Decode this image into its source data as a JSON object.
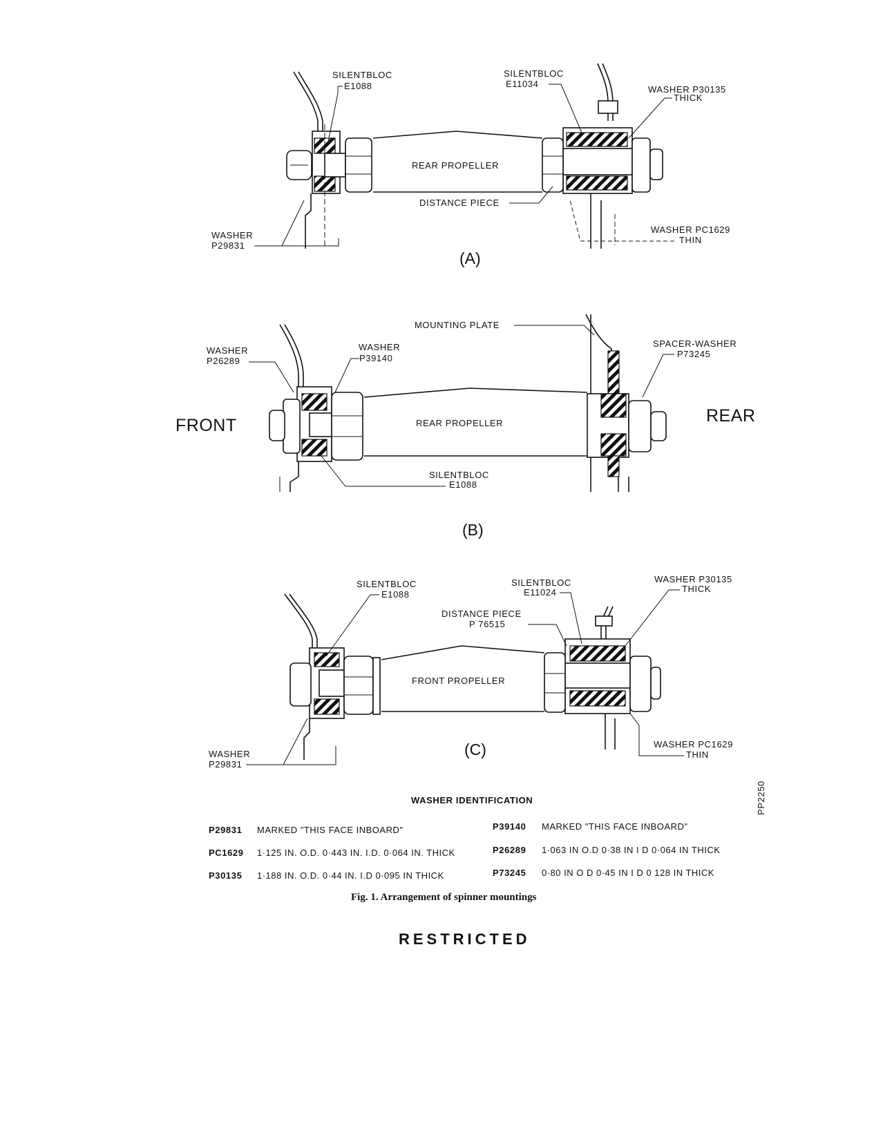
{
  "panels": [
    {
      "id": "(A)",
      "shaft_label": "REAR PROPELLER",
      "labels": {
        "silentbloc_left": [
          "SILENTBLOC",
          "E1088"
        ],
        "silentbloc_right": [
          "SILENTBLOC",
          "E11034"
        ],
        "washer_thick": [
          "WASHER P30135",
          "THICK"
        ],
        "washer_left": [
          "WASHER",
          "P29831"
        ],
        "distance_piece": "DISTANCE PIECE",
        "washer_thin": [
          "WASHER PC1629",
          "THIN"
        ]
      }
    },
    {
      "id": "(B)",
      "shaft_label": "REAR PROPELLER",
      "front": "FRONT",
      "rear": "REAR",
      "labels": {
        "mounting_plate": "MOUNTING PLATE",
        "washer_p26289": [
          "WASHER",
          "P26289"
        ],
        "washer_p39140": [
          "WASHER",
          "P39140"
        ],
        "spacer_washer": [
          "SPACER-WASHER",
          "P73245"
        ],
        "silentbloc": [
          "SILENTBLOC",
          "E1088"
        ]
      }
    },
    {
      "id": "(C)",
      "shaft_label": "FRONT PROPELLER",
      "labels": {
        "silentbloc_left": [
          "SILENTBLOC",
          "E1088"
        ],
        "silentbloc_right": [
          "SILENTBLOC",
          "E11024"
        ],
        "washer_thick": [
          "WASHER P30135",
          "THICK"
        ],
        "distance_piece": [
          "DISTANCE PIECE",
          "P 76515"
        ],
        "washer_left": [
          "WASHER",
          "P29831"
        ],
        "washer_thin": [
          "WASHER PC1629",
          "THIN"
        ]
      }
    }
  ],
  "drawing_ref": "PP2250",
  "table": {
    "title": "WASHER IDENTIFICATION",
    "rows": [
      {
        "left": {
          "part": "P29831",
          "desc": "MARKED \"THIS FACE INBOARD\""
        },
        "right": {
          "part": "P39140",
          "desc": "MARKED \"THIS FACE INBOARD\""
        }
      },
      {
        "left": {
          "part": "PC1629",
          "desc": "1·125 IN. O.D.  0·443 IN. I.D.  0·064 IN. THICK"
        },
        "right": {
          "part": "P26289",
          "desc": "1·063 IN O.D  0·38 IN I D  0·064 IN THICK"
        }
      },
      {
        "left": {
          "part": "P30135",
          "desc": "1·188 IN. O.D.  0·44 IN.  I.D  0·095 IN THICK"
        },
        "right": {
          "part": "P73245",
          "desc": "0·80 IN O D  0·45 IN I D  0 128 IN THICK"
        }
      }
    ]
  },
  "caption": "Fig. 1.  Arrangement of spinner mountings",
  "footer": "RESTRICTED"
}
